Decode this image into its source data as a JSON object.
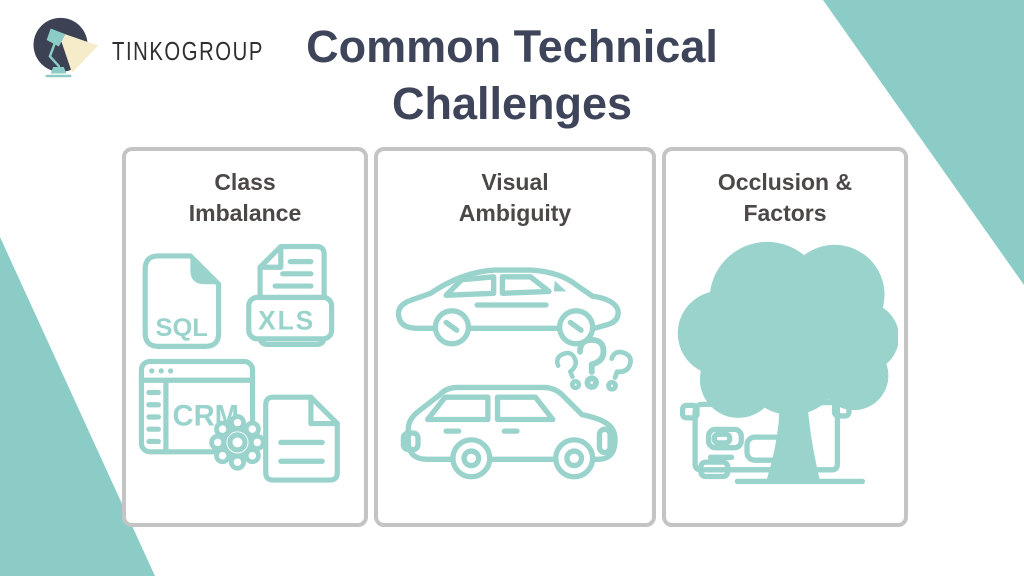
{
  "logo": {
    "brand": "TINKOGROUP"
  },
  "title": {
    "line1": "Common Technical",
    "line2": "Challenges"
  },
  "cards": [
    {
      "heading_line1": "Class",
      "heading_line2": "Imbalance",
      "icons": {
        "sql_label": "SQL",
        "xls_label": "XLS",
        "crm_label": "CRM"
      }
    },
    {
      "heading_line1": "Visual",
      "heading_line2": "Ambiguity"
    },
    {
      "heading_line1": "Occlusion &",
      "heading_line2": "Factors"
    }
  ],
  "colors": {
    "teal_solid": "#8bcdc6",
    "teal_icon": "#99d3cc",
    "title": "#3e4459",
    "heading": "#4d4848",
    "card_border": "#c4c4c4",
    "logo_circle": "#3c4154",
    "beam": "#f6ecc9",
    "logo_text": "#2f2f2f"
  }
}
